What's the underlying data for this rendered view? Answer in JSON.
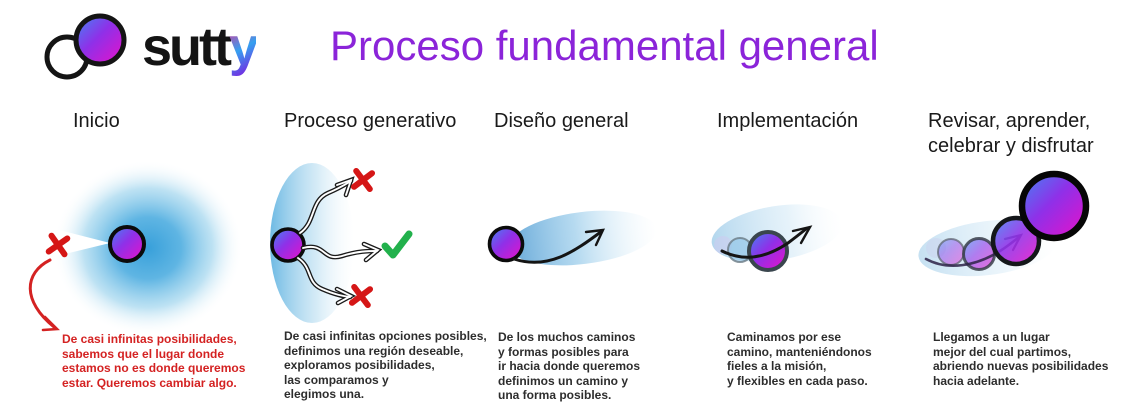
{
  "header": {
    "logo": {
      "brand_black": "sutt",
      "brand_gradient": "y",
      "icon": "sutty-circles-icon"
    },
    "title": "Proceso fundamental general"
  },
  "palette": {
    "title_purple": "#8b24d9",
    "accent_red": "#d42222",
    "accent_green": "#22b14c",
    "ball_blue": "#4285f4",
    "ball_magenta": "#ea10c8",
    "cloud_blue": "#5fb5e3"
  },
  "icons": {
    "reject": "x-mark-icon",
    "accept": "check-mark-icon",
    "logo": "sutty-circles-icon"
  },
  "stages": [
    {
      "heading": "Inicio",
      "illustration": "possibility-cloud-with-rejected-direction",
      "description": "De casi infinitas posibilidades,\nsabemos que el lugar donde\nestamos no es donde queremos\nestar. Queremos cambiar algo."
    },
    {
      "heading": "Proceso generativo",
      "illustration": "exploration-branches-accept-reject",
      "description": "De casi infinitas opciones posibles,\ndefinimos una región deseable,\nexploramos posibilidades,\nlas comparamos y\nelegimos una."
    },
    {
      "heading": "Diseño general",
      "illustration": "chosen-path-arrow",
      "description": "De los muchos caminos\ny formas posibles para\nir hacia donde queremos\ndefinimos un camino y\nuna forma posibles."
    },
    {
      "heading": "Implementación",
      "illustration": "walking-the-path-circles",
      "description": "Caminamos por ese\ncamino, manteniéndonos\nfieles a la misión,\ny flexibles en cada paso."
    },
    {
      "heading": "Revisar, aprender,\ncelebrar y disfrutar",
      "illustration": "growing-circles-arrival",
      "description": "Llegamos a un lugar\nmejor del cual partimos,\nabriendo nuevas posibilidades\nhacia adelante."
    }
  ]
}
